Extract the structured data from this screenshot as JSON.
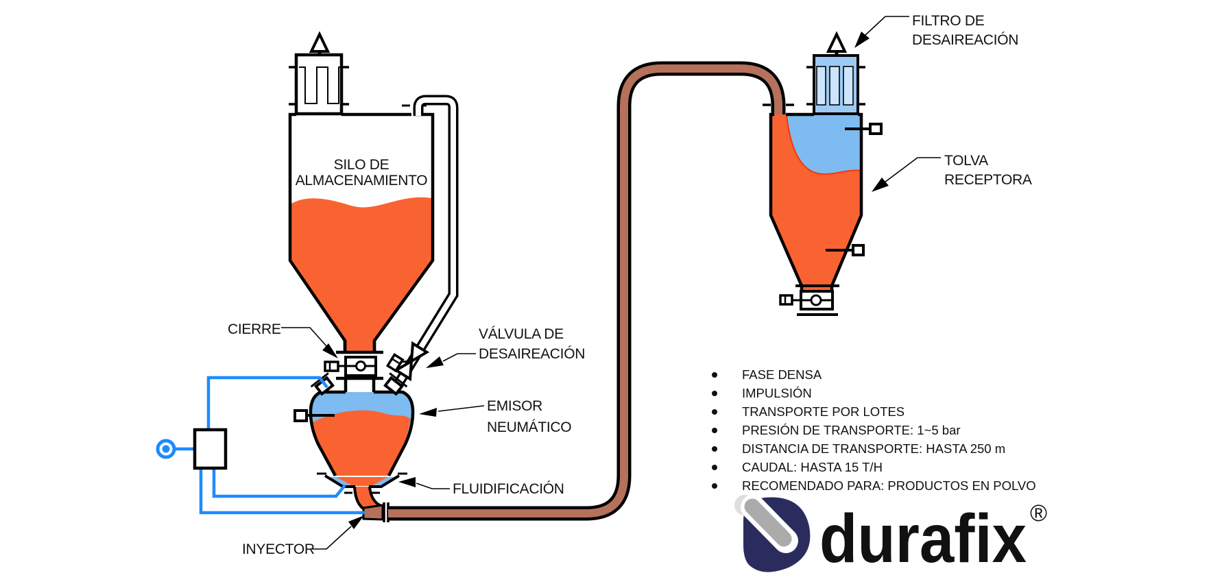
{
  "diagram": {
    "silo_label": {
      "line1": "SILO DE",
      "line2": "ALMACENAMIENTO"
    },
    "labels": {
      "cierre": "CIERRE",
      "valvula_desaireacion": {
        "line1": "VÁLVULA DE",
        "line2": "DESAIREACIÓN"
      },
      "emisor_neumatico": {
        "line1": "EMISOR",
        "line2": "NEUMÁTICO"
      },
      "fluidificacion": "FLUIDIFICACIÓN",
      "inyector": "INYECTOR",
      "filtro_desaireacion": {
        "line1": "FILTRO DE",
        "line2": "DESAIREACIÓN"
      },
      "tolva_receptora": {
        "line1": "TOLVA",
        "line2": "RECEPTORA"
      }
    }
  },
  "specs": {
    "items": [
      "FASE DENSA",
      "IMPULSIÓN",
      "TRANSPORTE POR LOTES",
      "PRESIÓN DE TRANSPORTE: 1~5 bar",
      "DISTANCIA DE TRANSPORTE: HASTA 250 m",
      "CAUDAL: HASTA 15 T/H",
      "RECOMENDADO PARA: PRODUCTOS EN POLVO"
    ]
  },
  "logo": {
    "brand": "durafix",
    "registered_mark": "®"
  },
  "colors": {
    "material_orange": "#F96332",
    "air_blue": "#7DBBF1",
    "filter_blue": "#9CCAF5",
    "filter_light_blue": "#CCE5FC",
    "pneumatic_line_blue": "#1E8BFF",
    "transport_pipe_brown": "#B5715B",
    "stream_boundary_red": "#FF3000",
    "logo_navy": "#2B2C5E",
    "logo_gray": "#9A9A9A"
  }
}
